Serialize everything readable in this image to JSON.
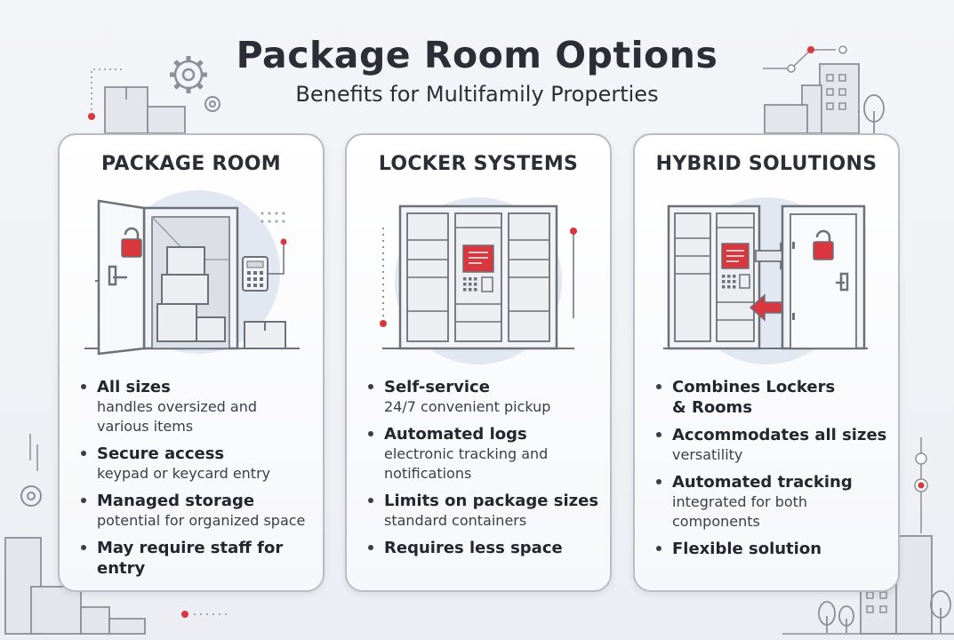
{
  "header": {
    "title": "Package Room Options",
    "subtitle": "Benefits for Multifamily Properties"
  },
  "colors": {
    "accent": "#d9363e",
    "outline": "#6b7079",
    "card_border": "#b7bcc6",
    "text": "#2b2e36"
  },
  "cards": [
    {
      "title": "PACKAGE ROOM",
      "illustration": "open-door-room-with-boxes",
      "bullets": [
        {
          "head": "All sizes",
          "desc": "handles oversized and\nvarious items"
        },
        {
          "head": "Secure access",
          "desc": "keypad or keycard entry"
        },
        {
          "head": "Managed storage",
          "desc": "potential for organized space"
        },
        {
          "head": "May require staff for entry",
          "desc": ""
        }
      ]
    },
    {
      "title": "LOCKER SYSTEMS",
      "illustration": "locker-bank-with-screen",
      "bullets": [
        {
          "head": "Self-service",
          "desc": "24/7 convenient pickup"
        },
        {
          "head": "Automated logs",
          "desc": "electronic tracking and\nnotifications"
        },
        {
          "head": "Limits on package sizes",
          "desc": "standard containers"
        },
        {
          "head": "Requires less space",
          "desc": ""
        }
      ]
    },
    {
      "title": "HYBRID SOLUTIONS",
      "illustration": "locker-and-door-with-arrows",
      "bullets": [
        {
          "head": "Combines Lockers\n& Rooms",
          "desc": ""
        },
        {
          "head": "Accommodates all sizes",
          "desc": "versatility"
        },
        {
          "head": "Automated tracking",
          "desc": "integrated for both\ncomponents"
        },
        {
          "head": "Flexible solution",
          "desc": ""
        }
      ]
    }
  ]
}
